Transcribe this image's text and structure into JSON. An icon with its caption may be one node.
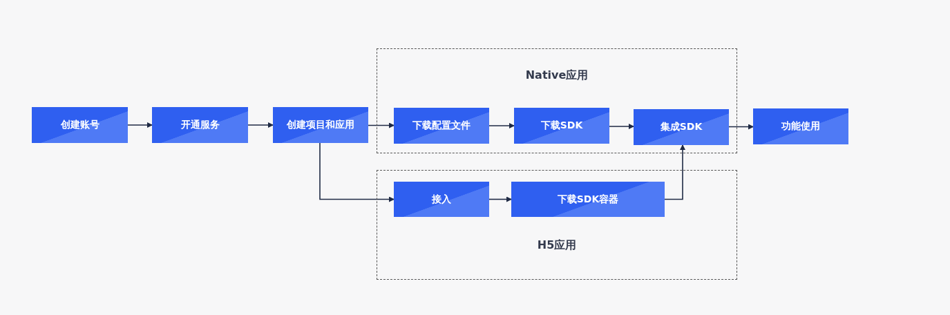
{
  "diagram": {
    "nodes": [
      {
        "text": [
          "创建账号"
        ]
      },
      {
        "text": [
          "开通服务"
        ]
      },
      {
        "text": [
          "创建项目和应用"
        ]
      },
      {
        "text": [
          "Native应用"
        ]
      },
      {
        "text": [
          "下载配置文件"
        ],
        "in": 3
      },
      {
        "text": [
          "下载SDK"
        ],
        "in": 3
      },
      {
        "text": [
          "集成SDK"
        ],
        "in": 3
      },
      {
        "text": [
          "功能使用"
        ]
      },
      {
        "text": [
          "H5应用"
        ]
      },
      {
        "text": [
          "接入"
        ],
        "in": 8
      },
      {
        "text": [
          "下载SDK容器"
        ],
        "in": 8
      }
    ],
    "edges": [
      {
        "from": 0,
        "to": 1,
        "arrow": "to"
      },
      {
        "from": 1,
        "to": 2,
        "arrow": "to"
      },
      {
        "from": 2,
        "to": 4,
        "arrow": "to"
      },
      {
        "from": 4,
        "to": 5,
        "arrow": "to"
      },
      {
        "from": 5,
        "to": 6,
        "arrow": "to"
      },
      {
        "from": 6,
        "to": 7,
        "arrow": "to"
      },
      {
        "from": 2,
        "to": 9,
        "arrow": "to"
      },
      {
        "from": 9,
        "to": 10,
        "arrow": "to"
      },
      {
        "from": 10,
        "to": 6,
        "arrow": "to"
      }
    ]
  }
}
